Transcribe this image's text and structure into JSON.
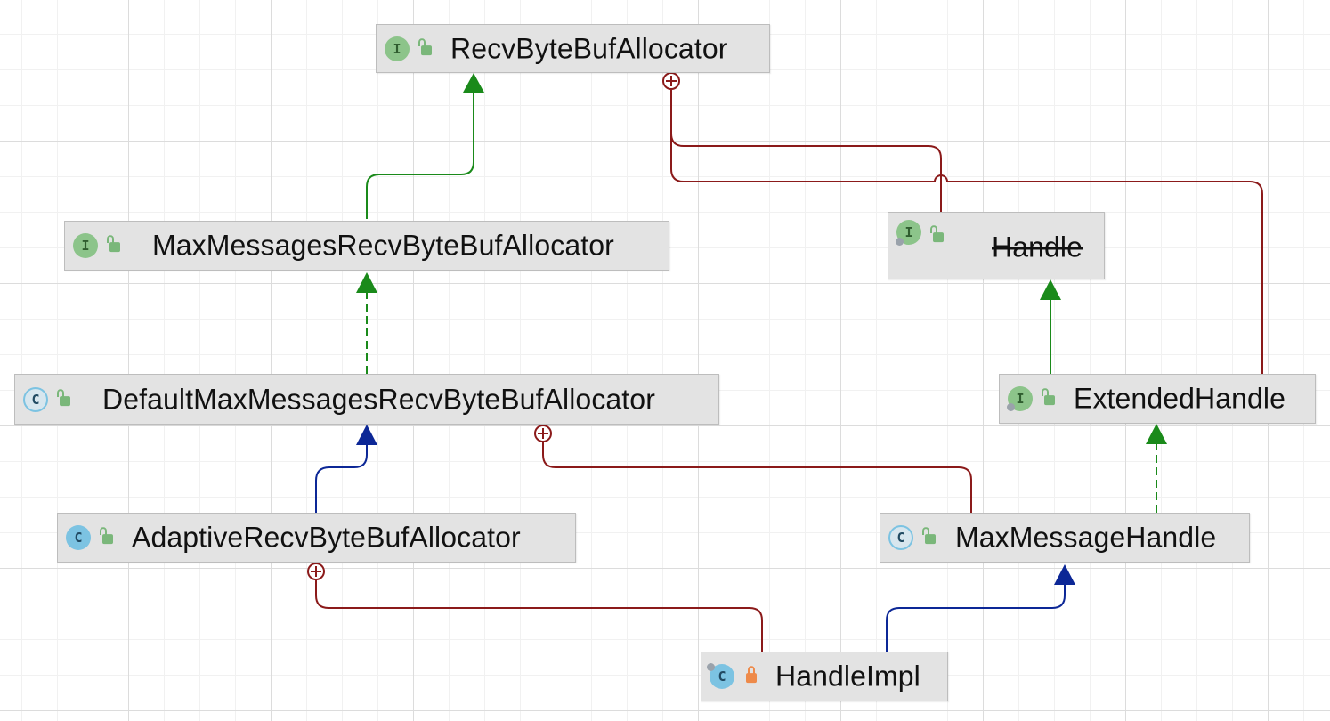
{
  "diagram": {
    "nodes": {
      "recv": {
        "title": "RecvByteBufAllocator",
        "kind": "I",
        "kind_class": "interface",
        "visibility": "public"
      },
      "maxmsg": {
        "title": "MaxMessagesRecvByteBufAllocator",
        "kind": "I",
        "kind_class": "interface",
        "visibility": "public"
      },
      "handle": {
        "title": "Handle",
        "kind": "I",
        "kind_class": "interface",
        "visibility": "public",
        "deprecated": true
      },
      "defmax": {
        "title": "DefaultMaxMessagesRecvByteBufAllocator",
        "kind": "C",
        "kind_class": "abstract",
        "visibility": "public"
      },
      "exthandle": {
        "title": "ExtendedHandle",
        "kind": "I",
        "kind_class": "interface",
        "visibility": "public"
      },
      "adaptive": {
        "title": "AdaptiveRecvByteBufAllocator",
        "kind": "C",
        "kind_class": "class",
        "visibility": "public"
      },
      "maxhandle": {
        "title": "MaxMessageHandle",
        "kind": "C",
        "kind_class": "abstract",
        "visibility": "public"
      },
      "impl": {
        "title": "HandleImpl",
        "kind": "C",
        "kind_class": "class",
        "visibility": "private"
      }
    },
    "relations": [
      {
        "from": "maxmsg",
        "to": "recv",
        "type": "extends"
      },
      {
        "from": "defmax",
        "to": "maxmsg",
        "type": "implements"
      },
      {
        "from": "adaptive",
        "to": "defmax",
        "type": "extends-class"
      },
      {
        "from": "exthandle",
        "to": "handle",
        "type": "extends"
      },
      {
        "from": "maxhandle",
        "to": "exthandle",
        "type": "implements"
      },
      {
        "from": "impl",
        "to": "maxhandle",
        "type": "extends-class"
      },
      {
        "from": "recv",
        "to": "handle",
        "type": "inner"
      },
      {
        "from": "recv",
        "to": "exthandle",
        "type": "inner"
      },
      {
        "from": "defmax",
        "to": "maxhandle",
        "type": "inner"
      },
      {
        "from": "adaptive",
        "to": "impl",
        "type": "inner"
      }
    ],
    "colors": {
      "extends": "#1a8a1a",
      "implements": "#1a8a1a",
      "extends_class": "#0c2796",
      "inner": "#8b1a1a",
      "node_fill": "#e3e3e3",
      "grid": "#dcdcdc"
    }
  }
}
